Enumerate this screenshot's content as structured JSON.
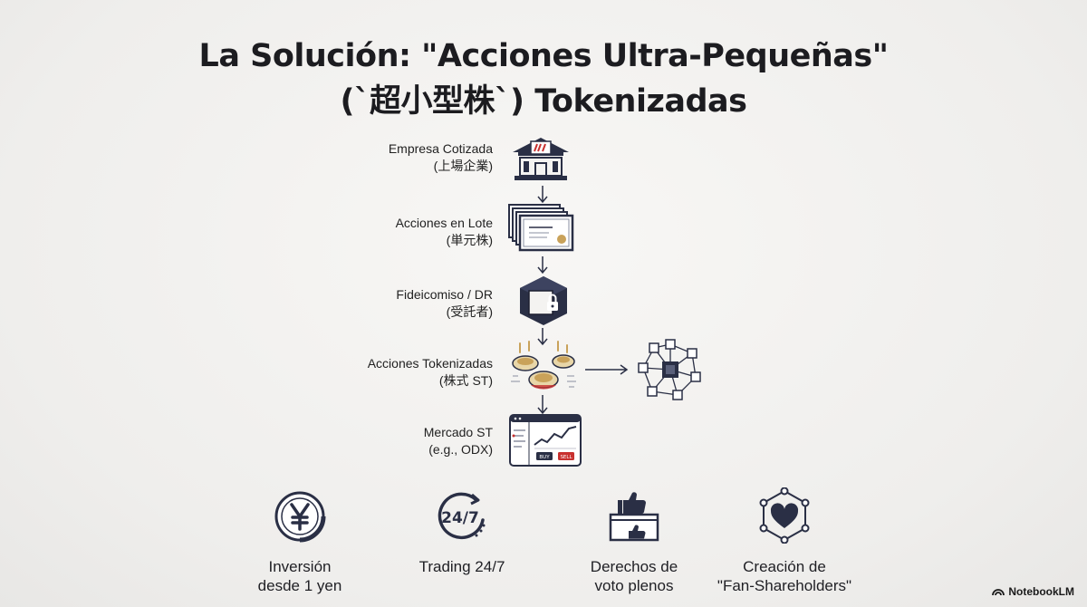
{
  "title": {
    "line1": "La Solución: \"Acciones Ultra-Pequeñas\"",
    "line2": "(`超小型株`) Tokenizadas"
  },
  "flow": {
    "steps": [
      {
        "label": "Empresa Cotizada",
        "sub": "(上場企業)",
        "icon": "listed-company-building-icon"
      },
      {
        "label": "Acciones en Lote",
        "sub": "(単元株)",
        "icon": "stock-certificates-stack-icon"
      },
      {
        "label": "Fideicomiso / DR",
        "sub": "(受託者)",
        "icon": "trust-lock-cube-icon"
      },
      {
        "label": "Acciones Tokenizadas",
        "sub": "(株式 ST)",
        "icon": "tokenized-coins-icon"
      },
      {
        "label": "Mercado ST",
        "sub": "(e.g., ODX)",
        "icon": "trading-platform-icon"
      }
    ],
    "side_icon": "blockchain-network-icon",
    "market_buttons": [
      "BUY",
      "SELL"
    ]
  },
  "features": [
    {
      "line1": "Inversión",
      "line2": "desde 1 yen",
      "icon": "yen-coin-icon"
    },
    {
      "line1": "Trading 24/7",
      "line2": "",
      "icon": "clock-24-7-icon",
      "icon_text": "24/7"
    },
    {
      "line1": "Derechos de",
      "line2": "voto plenos",
      "icon": "voting-box-thumbs-up-icon"
    },
    {
      "line1": "Creación de",
      "line2": "\"Fan-Shareholders\"",
      "icon": "heart-network-icon"
    }
  ],
  "brand": {
    "name": "NotebookLM"
  },
  "colors": {
    "ink": "#2a2f45",
    "accent_red": "#c8312f",
    "gold": "#c9a25a"
  }
}
